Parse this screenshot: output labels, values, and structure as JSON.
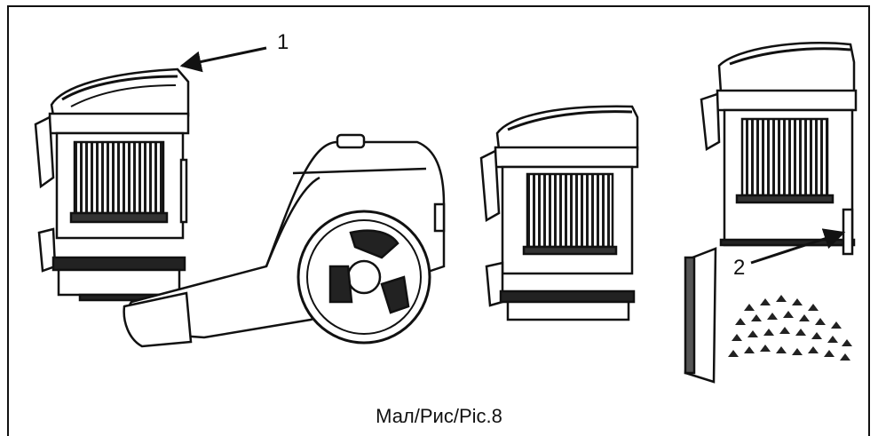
{
  "figure": {
    "caption": "Мал/Рис/Pic.8",
    "callouts": [
      {
        "label": "1"
      },
      {
        "label": "2"
      }
    ],
    "colors": {
      "line": "#111111",
      "fill_dark": "#222222",
      "fill_mid": "#555555",
      "background": "#ffffff"
    }
  }
}
